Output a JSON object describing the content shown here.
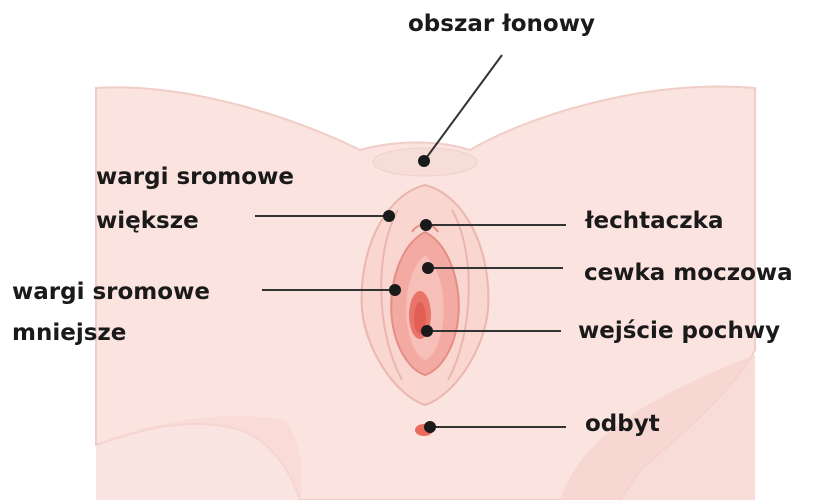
{
  "labels": {
    "pubic_area": "obszar łonowy",
    "labia_majora_line1": "wargi sromowe",
    "labia_majora_line2": "większe",
    "clitoris": "łechtaczka",
    "urethra": "cewka moczowa",
    "labia_minora_line1": "wargi sromowe",
    "labia_minora_line2": "mniejsze",
    "vaginal_opening": "wejście pochwy",
    "anus": "odbyt"
  },
  "colors": {
    "skin": "#fbe3df",
    "skin_shadow": "#f4c9c3",
    "outline": "#e9b4ad",
    "labia_minora": "#f3aaa2",
    "vestibule": "#ee8a80",
    "opening": "#e35f55",
    "anus": "#ea6a60",
    "pointer": "#333333"
  }
}
